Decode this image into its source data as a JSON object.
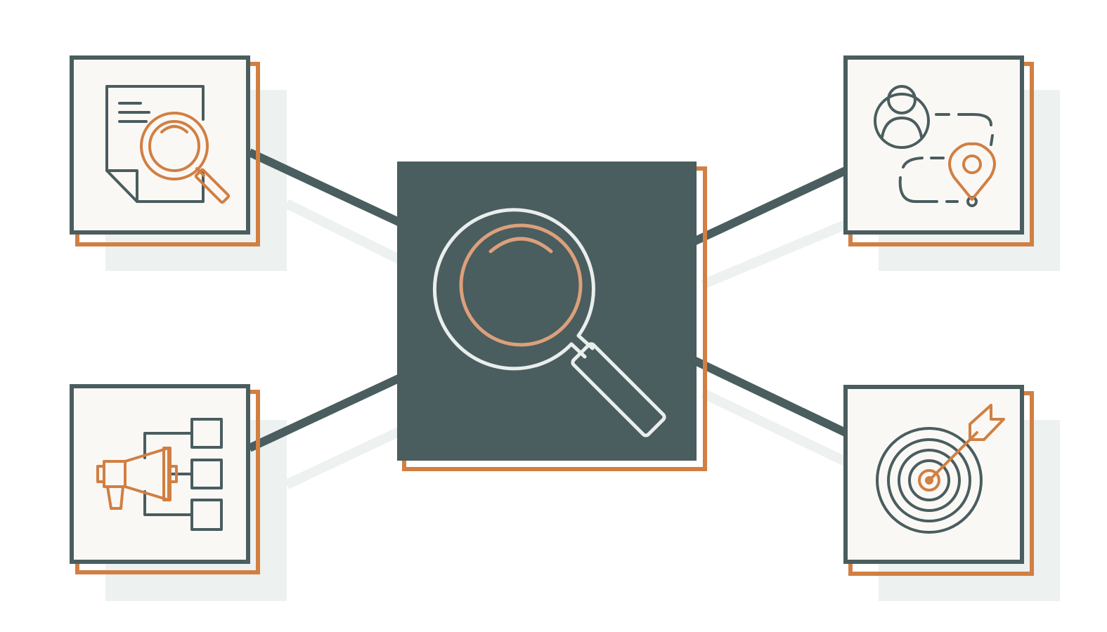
{
  "diagram": {
    "colors": {
      "slate": "#4a5d5f",
      "accent": "#d17f42",
      "card": "#faf8f5",
      "shadow": "#edf1f0"
    },
    "center": {
      "icon": "magnifying-glass-icon"
    },
    "nodes": [
      {
        "id": "document-search",
        "icon": "document-search-icon"
      },
      {
        "id": "megaphone-flow",
        "icon": "megaphone-flowchart-icon"
      },
      {
        "id": "customer-journey",
        "icon": "user-route-icon"
      },
      {
        "id": "target",
        "icon": "target-arrow-icon"
      }
    ]
  }
}
